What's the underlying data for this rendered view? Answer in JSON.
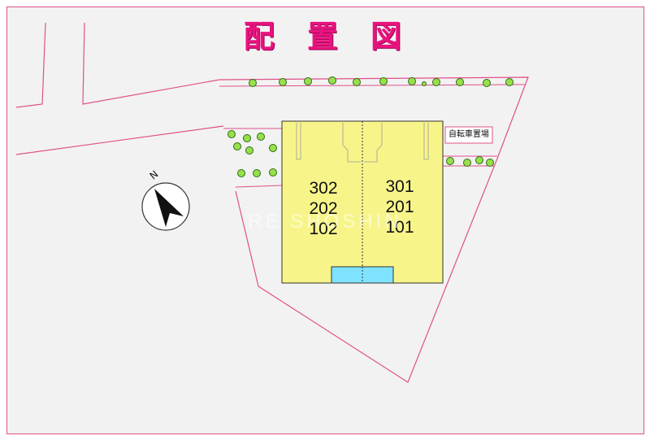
{
  "title": "配置図",
  "buildings": {
    "west_units": [
      "302",
      "202",
      "102"
    ],
    "east_units": [
      "301",
      "201",
      "101"
    ]
  },
  "bicycle_parking_label": "自転車置場",
  "compass_letter": "N",
  "watermark": "RE SHOSHIN",
  "colors": {
    "title": "#e8137e",
    "boundary": "#e0508a",
    "building_fill": "#f7f58a",
    "entrance_fill": "#7fe3ff",
    "tree_fill": "#98e04a"
  }
}
